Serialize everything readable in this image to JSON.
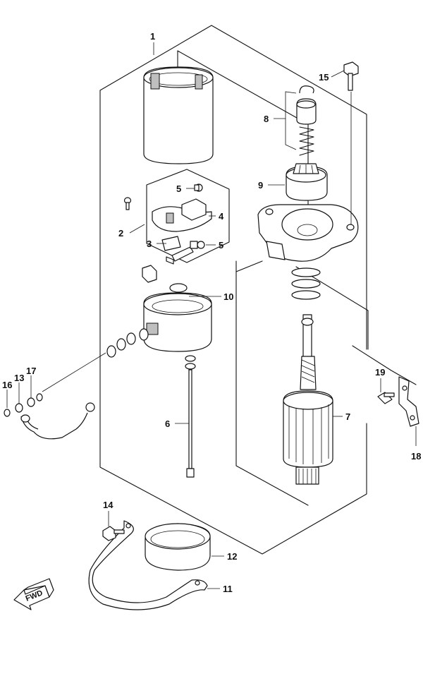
{
  "callouts": {
    "c1": "1",
    "c2": "2",
    "c3": "3",
    "c4": "4",
    "c5a": "5",
    "c5b": "5",
    "c6": "6",
    "c7": "7",
    "c8": "8",
    "c9": "9",
    "c10": "10",
    "c11": "11",
    "c12": "12",
    "c13": "13",
    "c14": "14",
    "c15": "15",
    "c16": "16",
    "c17": "17",
    "c18": "18",
    "c19": "19"
  },
  "direction_badge": {
    "label": "FWD",
    "icon": "forward-arrow-icon"
  },
  "colors": {
    "line": "#111111",
    "shade": "#bfbfbf",
    "background": "#ffffff"
  }
}
